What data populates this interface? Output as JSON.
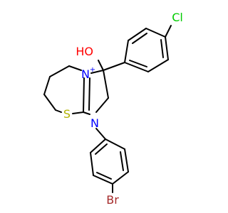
{
  "colors": {
    "background": "#ffffff",
    "bond": "#000000",
    "nitrogen": "#0000ff",
    "oxygen": "#ff0000",
    "sulfur": "#b2b200",
    "chlorine": "#00cc00",
    "bromine": "#a52a2a"
  },
  "atoms": {
    "ho": "HO",
    "n_plus": "N",
    "n_plus_charge": "+",
    "n1": "N",
    "s": "S",
    "cl": "Cl",
    "br": "Br"
  }
}
